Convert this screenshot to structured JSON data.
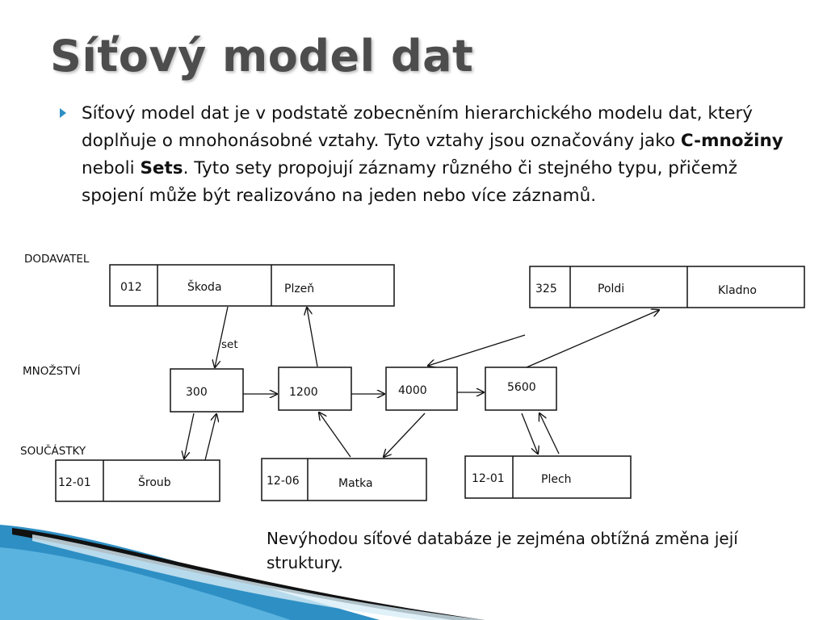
{
  "slide": {
    "title": "Síťový model dat",
    "bullet": {
      "part1": "Síťový model dat je v podstatě zobecněním hierarchického modelu dat, který doplňuje o mnohonásobné vztahy. Tyto vztahy jsou označovány jako ",
      "term1": "C-množiny",
      "part2": " neboli ",
      "term2": "Sets",
      "part3": ". Tyto sety propojují záznamy různého či stejného typu, přičemž spojení může být realizováno na jeden nebo více záznamů."
    },
    "note": "Nevýhodou síťové databáze je zejména obtížná změna její struktury."
  },
  "diagram": {
    "labels": {
      "dodavatel": "DODAVATEL",
      "mnozstvi": "MNOŽSTVÍ",
      "soucastky": "SOUČÁSTKY",
      "set": "set"
    },
    "suppliers": [
      {
        "id": "012",
        "name": "Škoda",
        "city": "Plzeň"
      },
      {
        "id": "325",
        "name": "Poldi",
        "city": "Kladno"
      }
    ],
    "quantities": [
      "300",
      "1200",
      "4000",
      "5600"
    ],
    "parts": [
      {
        "code": "12-01",
        "name": "Šroub"
      },
      {
        "code": "12-06",
        "name": "Matka"
      },
      {
        "code": "12-01",
        "name": "Plech"
      }
    ]
  },
  "colors": {
    "title": "#4d4d4d",
    "bullet_marker": "#2d8fc4",
    "deco_blue": "#2e8fc4",
    "deco_dark": "#111111"
  }
}
